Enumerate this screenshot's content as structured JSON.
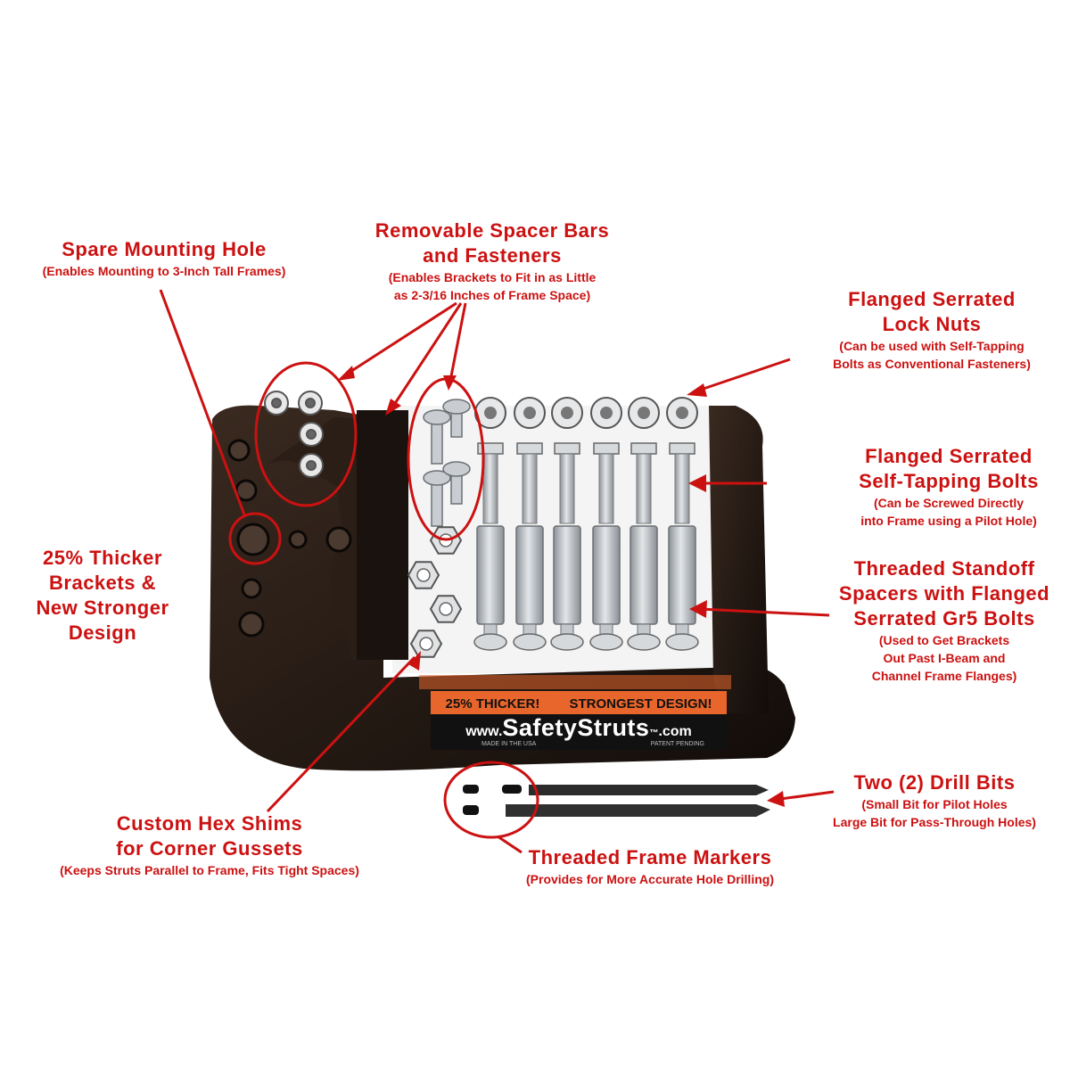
{
  "labels": {
    "spare_mounting_hole": {
      "title": "Spare Mounting Hole",
      "sub": "(Enables Mounting to 3-Inch Tall Frames)"
    },
    "spacer_bars": {
      "title1": "Removable Spacer Bars",
      "title2": "and Fasteners",
      "sub1": "(Enables Brackets to Fit in as Little",
      "sub2": "as 2-3/16 Inches of Frame Space)"
    },
    "lock_nuts": {
      "title1": "Flanged Serrated",
      "title2": "Lock Nuts",
      "sub1": "(Can be used with Self-Tapping",
      "sub2": "Bolts as Conventional Fasteners)"
    },
    "self_tapping_bolts": {
      "title1": "Flanged Serrated",
      "title2": "Self-Tapping Bolts",
      "sub1": "(Can be Screwed Directly",
      "sub2": "into Frame using a Pilot Hole)"
    },
    "standoff_spacers": {
      "title1": "Threaded Standoff",
      "title2": "Spacers with Flanged",
      "title3": "Serrated Gr5 Bolts",
      "sub1": "(Used to Get Brackets",
      "sub2": "Out Past I-Beam and",
      "sub3": "Channel Frame Flanges)"
    },
    "thicker_brackets": {
      "line1": "25% Thicker",
      "line2": "Brackets &",
      "line3": "New Stronger",
      "line4": "Design"
    },
    "hex_shims": {
      "title1": "Custom Hex Shims",
      "title2": "for Corner Gussets",
      "sub": "(Keeps Struts Parallel to Frame, Fits Tight Spaces)"
    },
    "drill_bits": {
      "title": "Two (2) Drill Bits",
      "sub1": "(Small Bit for Pilot Holes",
      "sub2": "Large Bit for Pass-Through Holes)"
    },
    "frame_markers": {
      "title": "Threaded Frame Markers",
      "sub": "(Provides for More Accurate Hole Drilling)"
    }
  },
  "banner": {
    "left": "25% THICKER!",
    "right": "STRONGEST DESIGN!",
    "brand_prefix": "www.",
    "brand_name": "SafetyStruts",
    "brand_tm": "™",
    "brand_suffix": ".com",
    "small_left": "MADE IN THE USA",
    "small_right": "PATENT PENDING"
  },
  "colors": {
    "annotation": "#cc1111",
    "bracket": "#1c1410",
    "banner_orange": "#e8662c",
    "hardware": "#b9bdc2"
  }
}
